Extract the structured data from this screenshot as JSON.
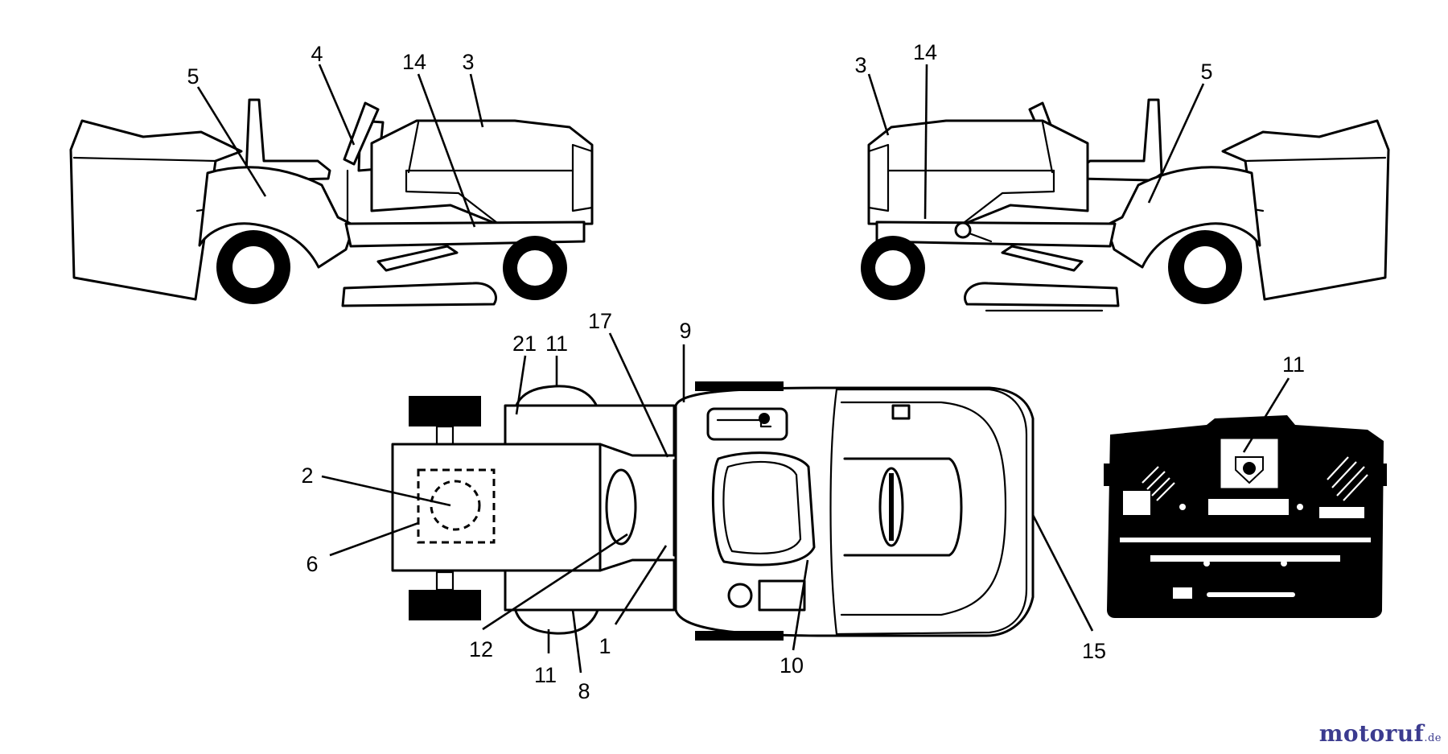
{
  "labels": {
    "l5a": "5",
    "l4": "4",
    "l14a": "14",
    "l3a": "3",
    "l3b": "3",
    "l14b": "14",
    "l5b": "5",
    "l21": "21",
    "l11top": "11",
    "l17": "17",
    "l9": "9",
    "l2": "2",
    "l6": "6",
    "l12": "12",
    "l1": "1",
    "l11bot": "11",
    "l8": "8",
    "l10": "10",
    "l15": "15",
    "l11panel": "11"
  },
  "watermark": {
    "name": "motoruf",
    "tld": ".de"
  },
  "colors": {
    "line": "#000000",
    "background": "#ffffff",
    "watermark_text": "#3b3b8f",
    "watermark_accent": "#e06b1c"
  }
}
